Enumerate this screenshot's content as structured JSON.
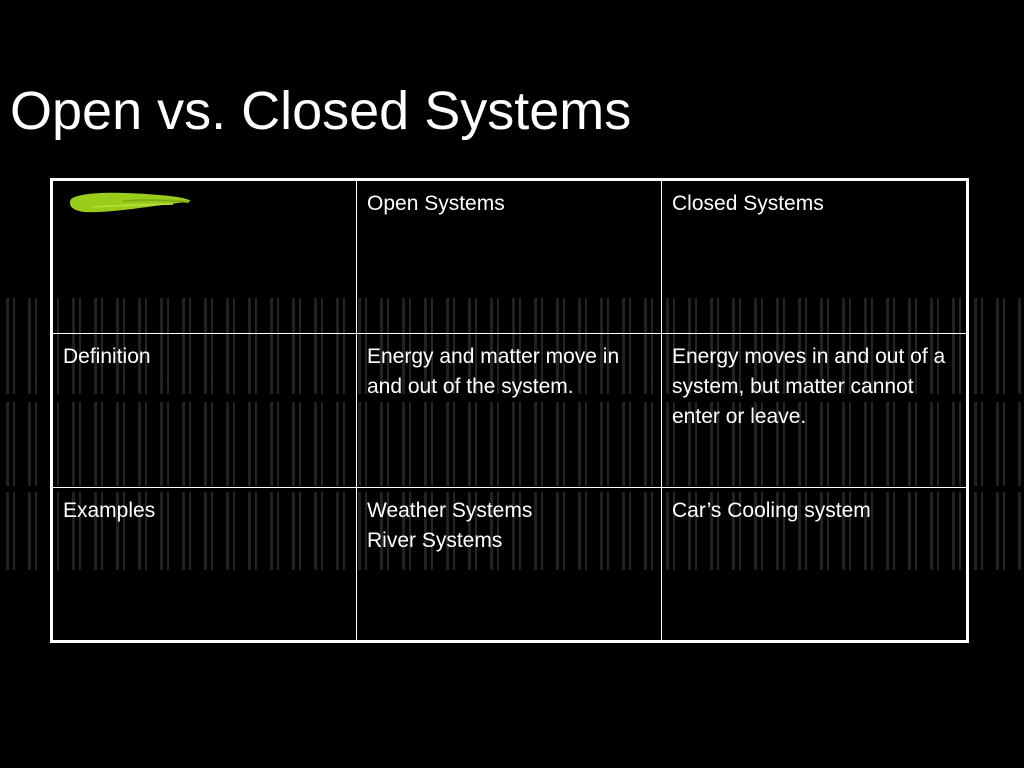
{
  "slide": {
    "title": "Open vs. Closed Systems",
    "accent_color": "#9ACD1A"
  },
  "table": {
    "header": {
      "corner_icon": "green-brush-stroke-icon",
      "col1": "Open Systems",
      "col2": "Closed Systems"
    },
    "rows": [
      {
        "label": "Definition",
        "open": "Energy and matter move in and out of the system.",
        "closed": "Energy moves in and out of a system, but matter cannot enter or leave."
      },
      {
        "label": "Examples",
        "open": "Weather Systems\nRiver Systems",
        "closed": "Car’s Cooling system"
      }
    ]
  }
}
